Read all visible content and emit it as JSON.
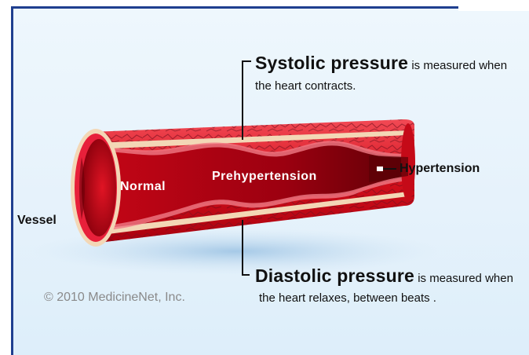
{
  "labels": {
    "vessel": "Vessel",
    "normal": "Normal",
    "prehypertension": "Prehypertension",
    "hypertension": "Hypertension"
  },
  "systolic": {
    "term": "Systolic pressure",
    "rest_line1": " is measured when",
    "line2": "the heart contracts."
  },
  "diastolic": {
    "term": "Diastolic pressure",
    "rest_line1": " is measured when",
    "line2": "the heart relaxes, between beats ."
  },
  "copyright": "© 2010 MedicineNet, Inc.",
  "colors": {
    "frame": "#1f3f8f",
    "vessel_red": "#d0101a",
    "lumen_dark": "#7a0008",
    "wall_tan": "#f2d6b4"
  }
}
